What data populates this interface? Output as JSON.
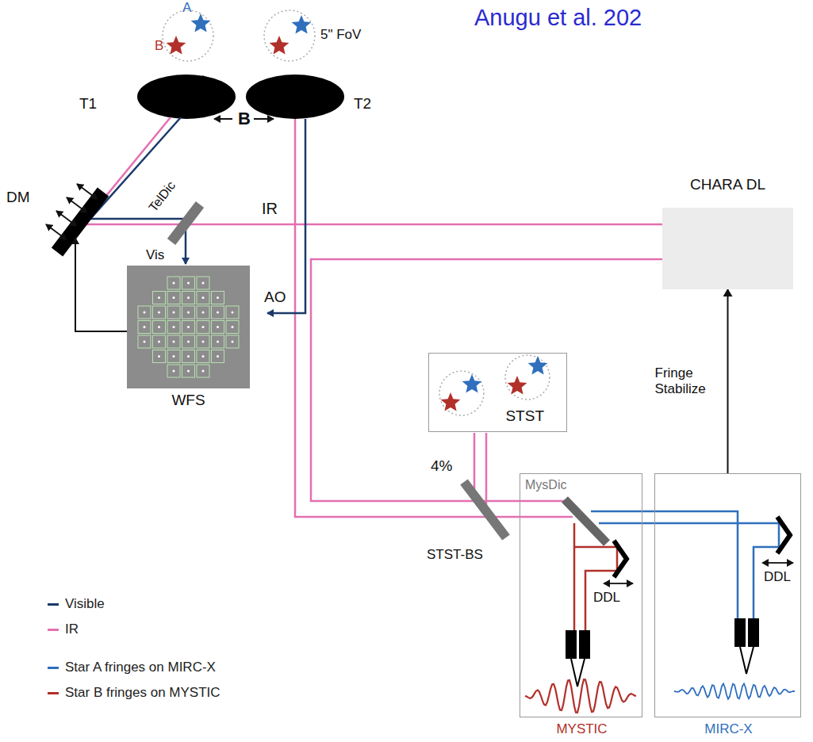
{
  "diagram": {
    "title": "Anugu et al. 202",
    "nodes": [
      {
        "text": [
          "CHARA DL"
        ]
      },
      {
        "text": [
          "WFS"
        ]
      },
      {
        "text": [
          "STST"
        ]
      },
      {
        "text": [
          "MYSTIC"
        ]
      },
      {
        "text": [
          "MIRC-X"
        ]
      }
    ],
    "edges": [
      {
        "from": 4,
        "to": 0,
        "arrow": "to",
        "label": "Fringe Stabilize"
      }
    ],
    "labels": [
      "A",
      "B",
      "5\" FoV",
      "T1",
      "T2",
      "B",
      "TelDic",
      "IR",
      "DM",
      "Vis",
      "AO",
      "4%",
      "STST-BS",
      "MysDic",
      "DDL",
      "DDL"
    ],
    "legend": [
      {
        "text": "Visible",
        "color": "#1b3a6b"
      },
      {
        "text": "IR",
        "color": "#e46fb0"
      },
      {
        "text": "Star A fringes on MIRC-X",
        "color": "#2f6fbd"
      },
      {
        "text": "Star B fringes on MYSTIC",
        "color": "#b2302a"
      }
    ]
  }
}
